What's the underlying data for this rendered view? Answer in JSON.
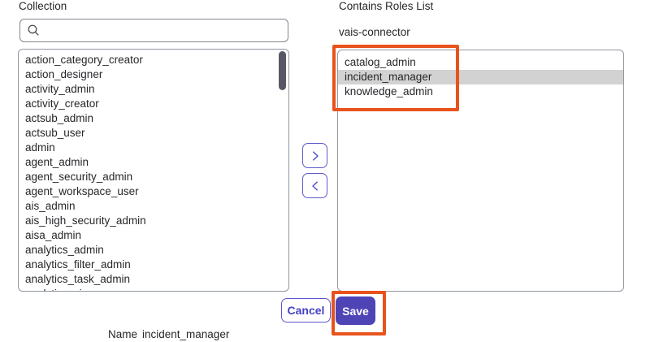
{
  "left_panel": {
    "title": "Collection",
    "search_placeholder": "",
    "search_value": "",
    "items": [
      "action_category_creator",
      "action_designer",
      "activity_admin",
      "activity_creator",
      "actsub_admin",
      "actsub_user",
      "admin",
      "agent_admin",
      "agent_security_admin",
      "agent_workspace_user",
      "ais_admin",
      "ais_high_security_admin",
      "aisa_admin",
      "analytics_admin",
      "analytics_filter_admin",
      "analytics_task_admin",
      "analytics_viewer"
    ]
  },
  "transfer_buttons": {
    "move_right_icon": "chevron-right-icon",
    "move_left_icon": "chevron-left-icon"
  },
  "right_panel": {
    "title": "Contains Roles List",
    "collection_name": "vais-connector",
    "items": [
      "catalog_admin",
      "incident_manager",
      "knowledge_admin"
    ],
    "selected_item": "incident_manager"
  },
  "footer": {
    "cancel_label": "Cancel",
    "save_label": "Save",
    "name_label": "Name",
    "name_value": "incident_manager"
  },
  "icons": {
    "search": "search-icon"
  },
  "colors": {
    "accent_indigo": "#4b47c6",
    "save_button_bg": "#4e44b6",
    "annotation_orange": "#e8531c",
    "selected_row_bg": "#d2d2d2",
    "scrollbar_thumb": "#585865"
  }
}
